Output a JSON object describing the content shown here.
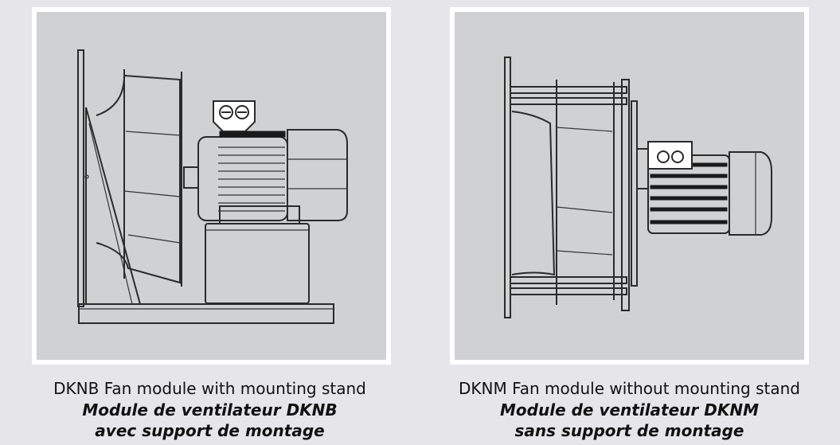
{
  "left": {
    "caption_en": "DKNB Fan module with mounting stand",
    "caption_fr_1": "Module de ventilateur DKNB",
    "caption_fr_2": "avec support de montage"
  },
  "right": {
    "caption_en": "DKNM Fan module without mounting stand",
    "caption_fr_1": "Module de ventilateur DKNM",
    "caption_fr_2": "sans support de montage"
  }
}
